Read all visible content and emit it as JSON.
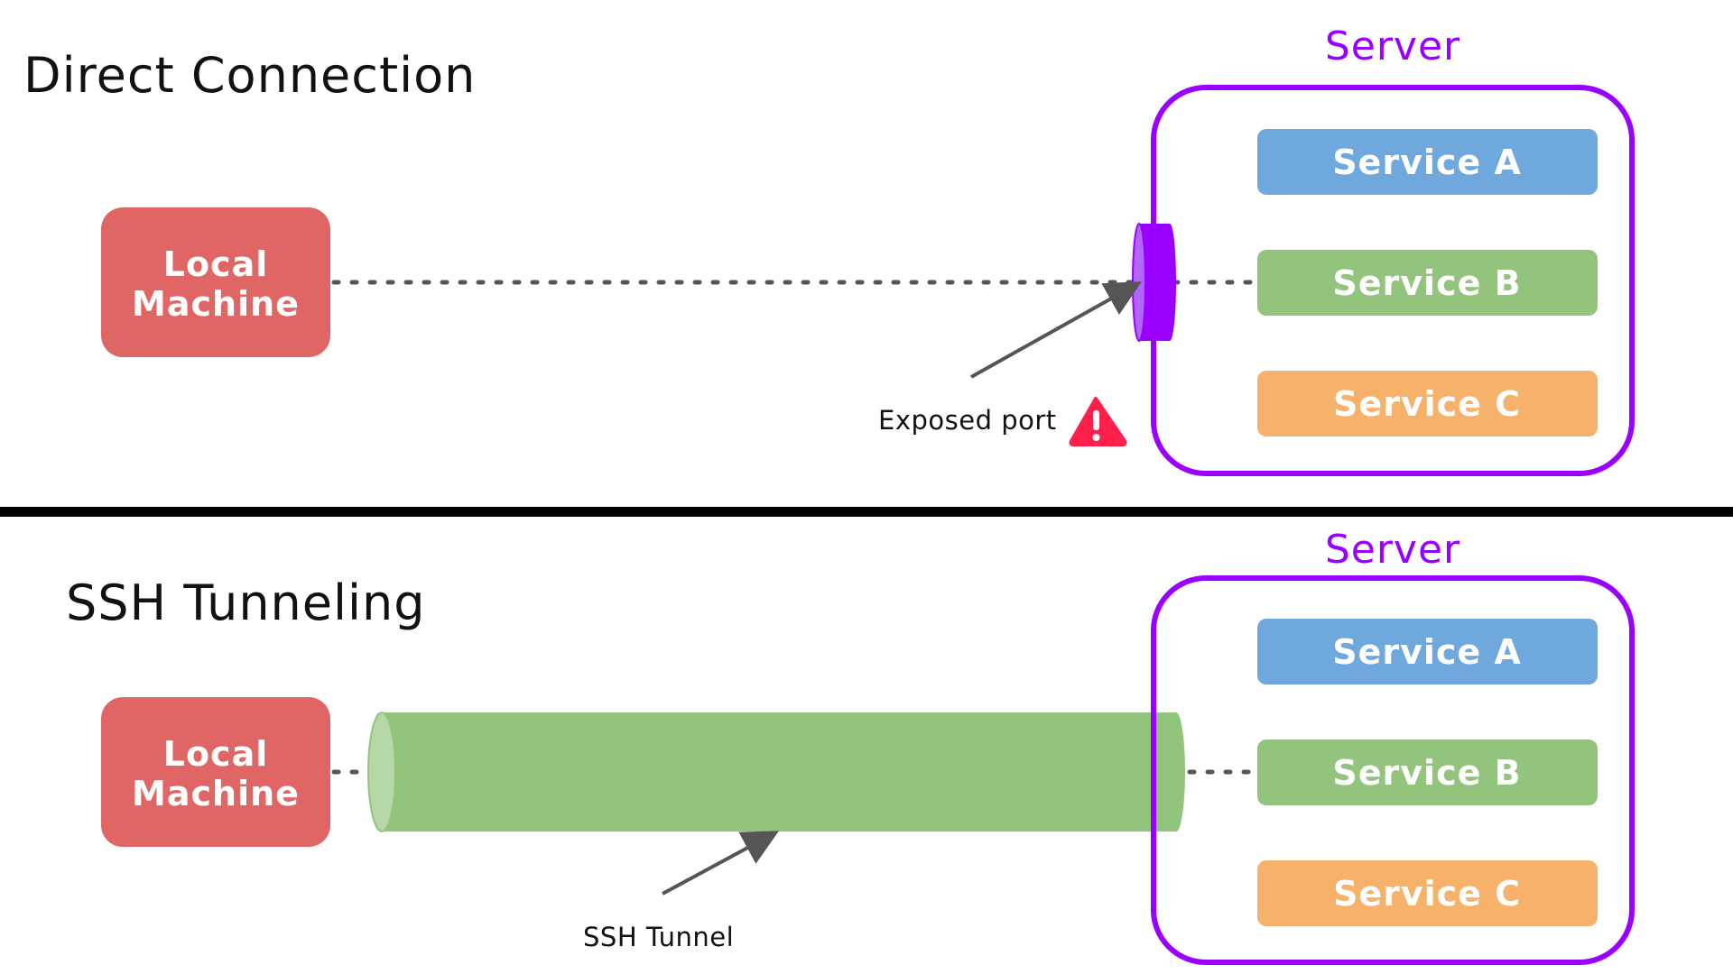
{
  "top": {
    "title": "Direct Connection",
    "local_machine": {
      "line1": "Local",
      "line2": "Machine"
    },
    "server_label": "Server",
    "services": [
      "Service A",
      "Service B",
      "Service C"
    ],
    "exposed_port_label": "Exposed port"
  },
  "bottom": {
    "title": "SSH Tunneling",
    "local_machine": {
      "line1": "Local",
      "line2": "Machine"
    },
    "server_label": "Server",
    "services": [
      "Service A",
      "Service B",
      "Service C"
    ],
    "tunnel_label": "SSH Tunnel"
  },
  "colors": {
    "local_machine": "#e06666",
    "server_border": "#9900ff",
    "service_a": "#6fa8dc",
    "service_b": "#93c47d",
    "service_c": "#f6b26b",
    "tunnel": "#93c47d",
    "warning": "#ff1f4b",
    "divider": "#000000"
  },
  "icons": {
    "warning": "warning-triangle-icon",
    "port": "port-cylinder-icon",
    "arrow": "arrow-pointer-icon"
  }
}
